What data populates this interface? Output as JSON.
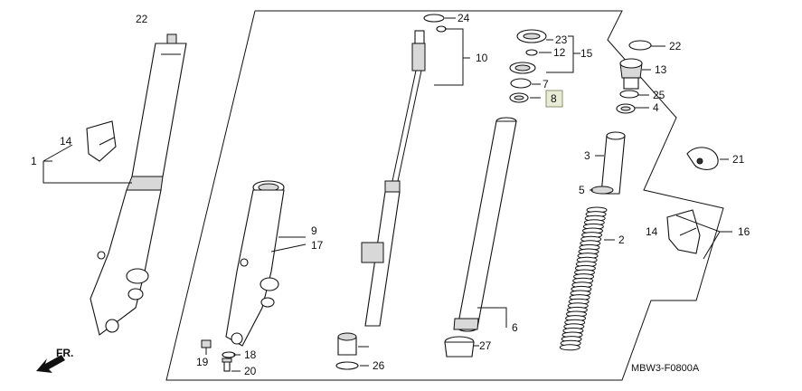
{
  "labels": {
    "p1": "1",
    "p2": "2",
    "p3": "3",
    "p4": "4",
    "p5": "5",
    "p6": "6",
    "p7": "7",
    "p8": "8",
    "p9": "9",
    "p10": "10",
    "p12": "12",
    "p13": "13",
    "p14a": "14",
    "p14b": "14",
    "p15": "15",
    "p16": "16",
    "p17": "17",
    "p18": "18",
    "p19": "19",
    "p20": "20",
    "p21": "21",
    "p22a": "22",
    "p22b": "22",
    "p23": "23",
    "p24": "24",
    "p25": "25",
    "p26": "26",
    "p27": "27"
  },
  "direction_label": "FR.",
  "diagram_code": "MBW3-F0800A",
  "colors": {
    "line": "#111111",
    "highlight_box": "#e8ecd6"
  }
}
